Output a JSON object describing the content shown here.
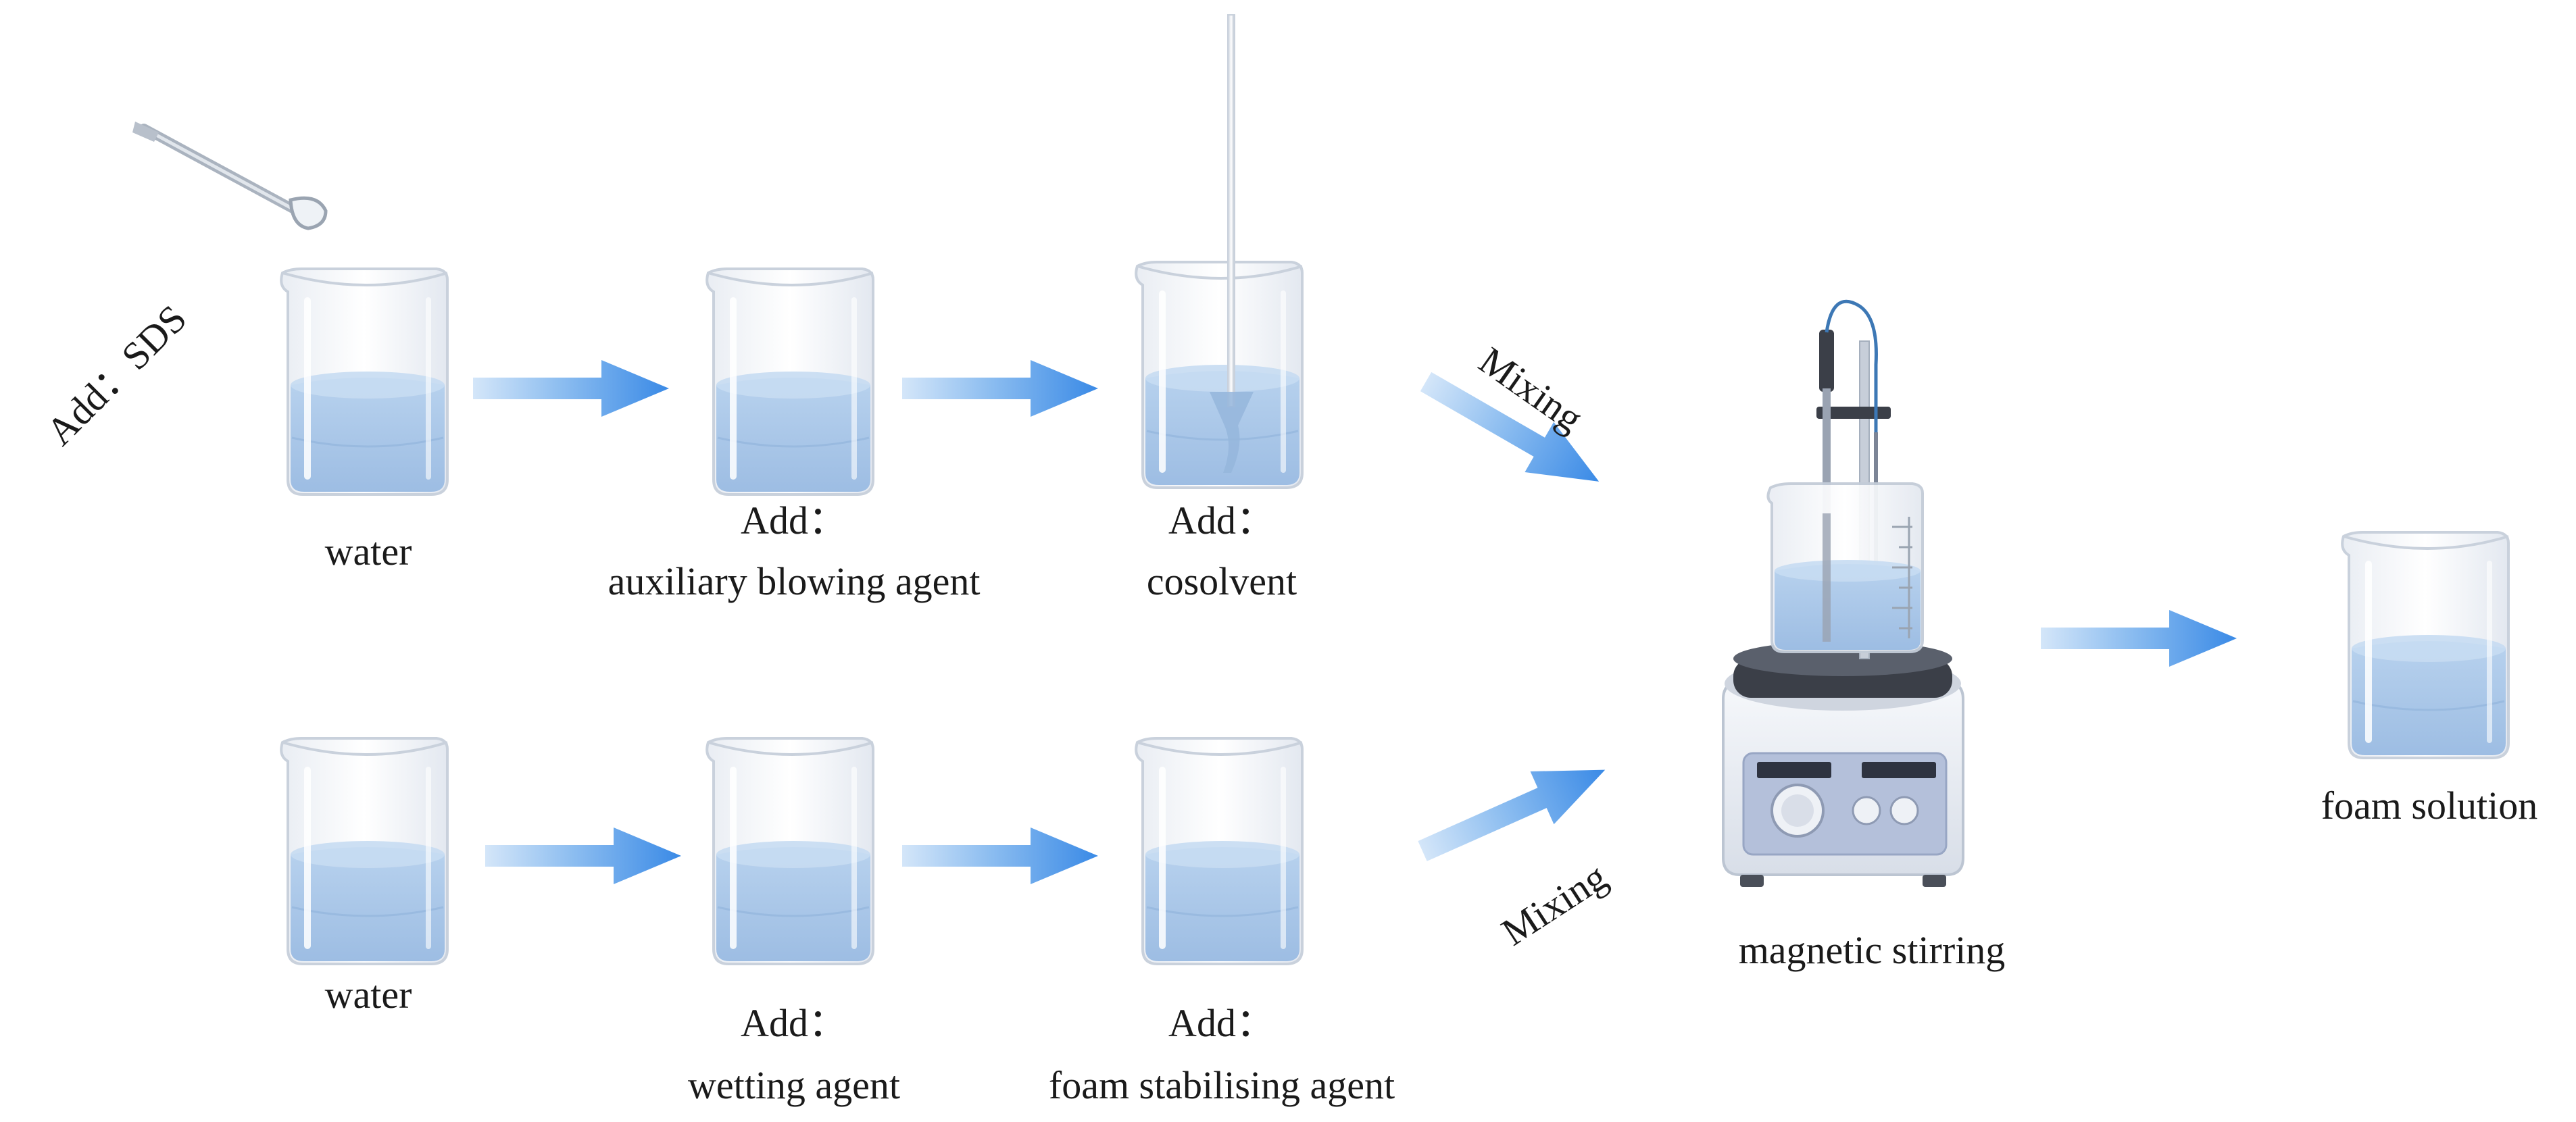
{
  "colors": {
    "liquid": "#a9c6e6",
    "liquid_dark": "#8fb2da",
    "glass": "#d6dde8",
    "arrow": "#3d8ee6",
    "arrow_light": "#cfe3f8",
    "stirrer_body": "#eef1f6",
    "stirrer_panel": "#aebbd6",
    "stirrer_plate": "#3b3f48"
  },
  "icons": [
    "spatula-icon",
    "beaker-icon",
    "stirring-rod-icon",
    "magnetic-stirrer-icon",
    "arrow-icon"
  ],
  "labels": {
    "add_sds": "Add：SDS",
    "top_water": "water",
    "top_add_1": "Add：",
    "auxiliary_blowing_agent": "auxiliary blowing agent",
    "top_add_2": "Add：",
    "cosolvent": "cosolvent",
    "mixing_top": "Mixing",
    "mixing_bottom": "Mixing",
    "bottom_water": "water",
    "bottom_add_1": "Add：",
    "wetting_agent": "wetting agent",
    "bottom_add_2": "Add：",
    "foam_stabilising_agent": "foam stabilising agent",
    "magnetic_stirring": "magnetic stirring",
    "foam_solution": "foam solution"
  }
}
